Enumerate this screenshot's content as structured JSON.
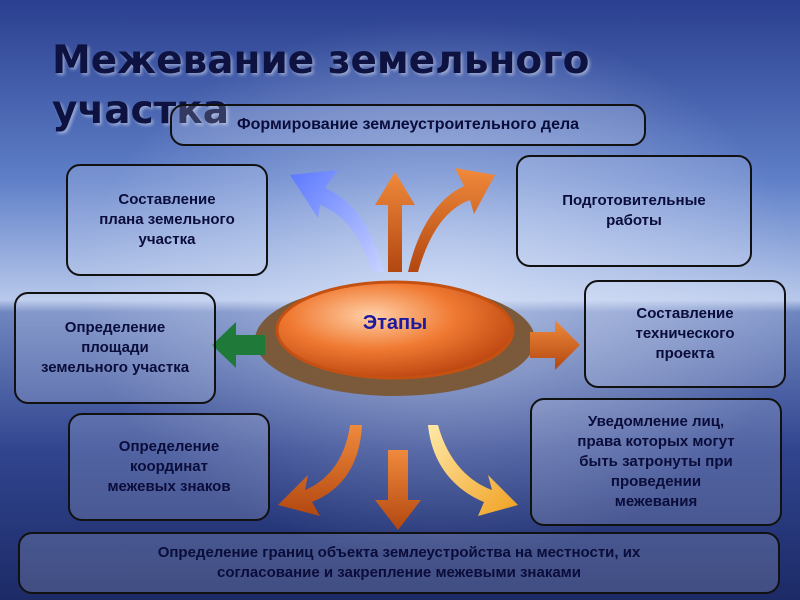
{
  "title": "Межевание земельного\nучастка",
  "hub": "Этапы",
  "stages": {
    "top": "Формирование землеустроительного дела",
    "upper_left": "Составление\nплана земельного\nучастка",
    "upper_right": "Подготовительные\nработы",
    "mid_left": "Определение\nплощади\nземельного участка",
    "mid_right": "Составление\nтехнического\nпроекта",
    "lower_left": "Определение\nкоординат\nмежевых знаков",
    "lower_right": "Уведомление лиц,\nправа которых могут\nбыть затронуты при\nпроведении\nмежевания",
    "bottom": "Определение границ объекта землеустройства на местности, их\nсогласование и закрепление межевыми знаками"
  },
  "colors": {
    "hub": "#e8641e",
    "arrow_blue": "#3d5cf0",
    "arrow_orange": "#d4601c",
    "arrow_green": "#1f7a3a",
    "arrow_yellow": "#f0b030"
  }
}
